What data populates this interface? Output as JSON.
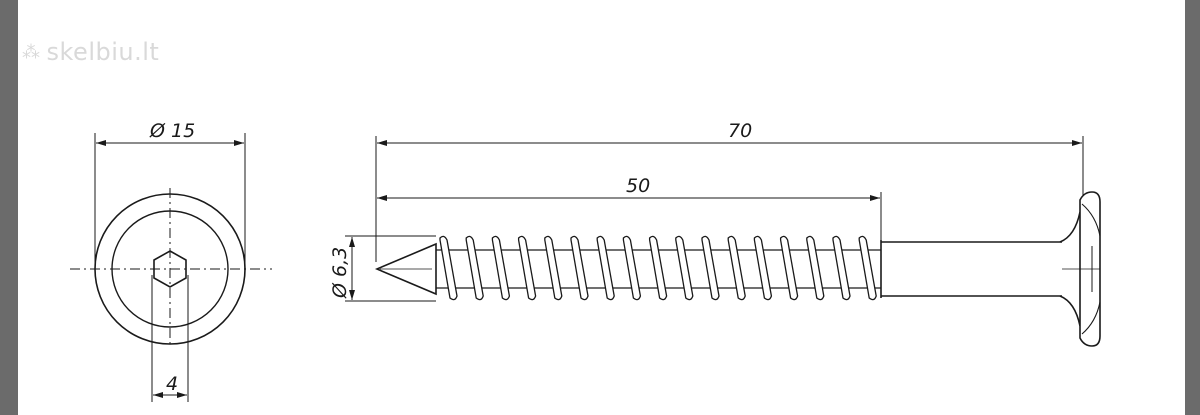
{
  "watermark": {
    "text": "skelbiu.lt",
    "icon": "skelbiu-logo-icon"
  },
  "drawing": {
    "head_view": {
      "diameter_label": "Ø 15",
      "hex_width_label": "4"
    },
    "side_view": {
      "total_length_label": "70",
      "thread_length_label": "50",
      "thread_diameter_label": "Ø 6,3"
    }
  },
  "colors": {
    "line": "#1a1a1a",
    "frame": "#6b6b6b",
    "watermark": "#d9d9d9"
  }
}
